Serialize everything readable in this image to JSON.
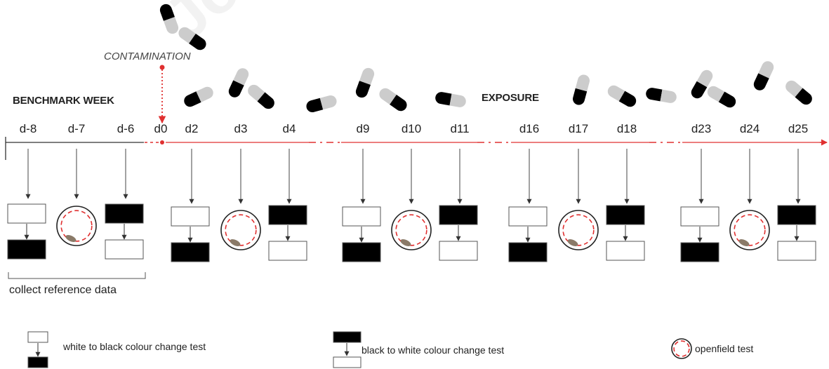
{
  "labels": {
    "contamination": "CONTAMINATION",
    "benchmark_week": "BENCHMARK WEEK",
    "exposure": "EXPOSURE",
    "reference": "collect reference data",
    "watermark": "Journal"
  },
  "days": [
    {
      "label": "d-8",
      "test": "white-to-black"
    },
    {
      "label": "d-7",
      "test": "openfield"
    },
    {
      "label": "d-6",
      "test": "black-to-white"
    },
    {
      "label": "d0",
      "test": "none"
    },
    {
      "label": "d2",
      "test": "white-to-black"
    },
    {
      "label": "d3",
      "test": "openfield"
    },
    {
      "label": "d4",
      "test": "black-to-white"
    },
    {
      "label": "d9",
      "test": "white-to-black"
    },
    {
      "label": "d10",
      "test": "openfield"
    },
    {
      "label": "d11",
      "test": "black-to-white"
    },
    {
      "label": "d16",
      "test": "white-to-black"
    },
    {
      "label": "d17",
      "test": "openfield"
    },
    {
      "label": "d18",
      "test": "black-to-white"
    },
    {
      "label": "d23",
      "test": "white-to-black"
    },
    {
      "label": "d24",
      "test": "openfield"
    },
    {
      "label": "d25",
      "test": "black-to-white"
    }
  ],
  "legend": [
    {
      "test": "white-to-black",
      "text": "white to black colour change test"
    },
    {
      "test": "black-to-white",
      "text": "black to white colour change test"
    },
    {
      "test": "openfield",
      "text": "openfield test"
    }
  ],
  "colors": {
    "timeline_black": "#333333",
    "timeline_red": "#e03030",
    "circle_dash": "#e03030",
    "box_black": "#000000",
    "capsule_black": "#000000",
    "capsule_grey": "#cccccc"
  },
  "icons": [
    "capsule-icon",
    "mouse-icon",
    "openfield-arena-icon"
  ]
}
